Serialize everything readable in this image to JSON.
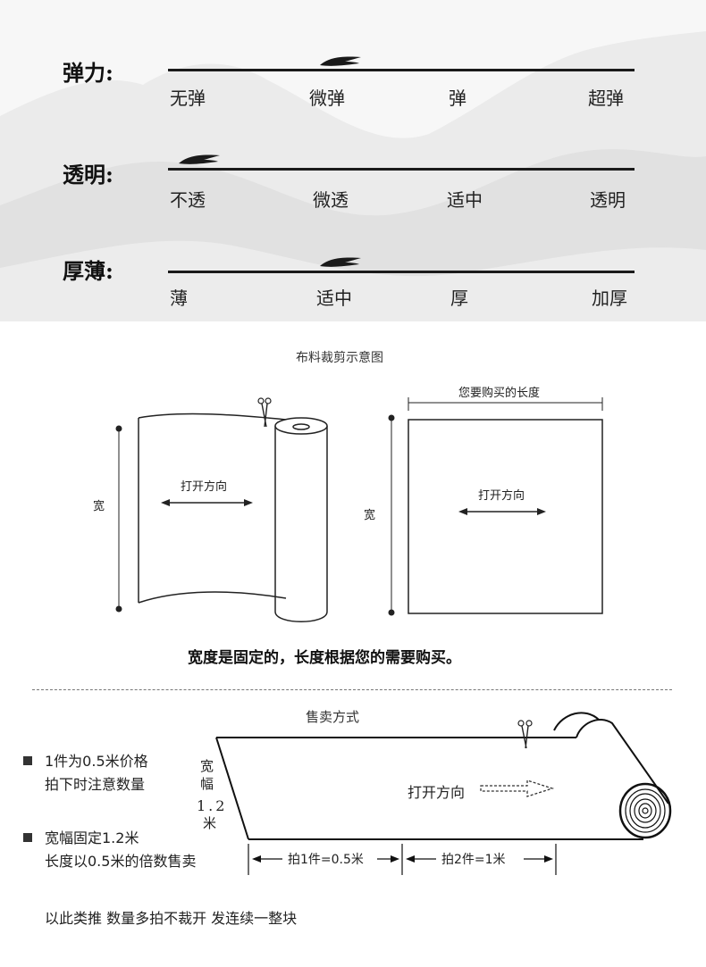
{
  "properties": [
    {
      "label": "弹力:",
      "options": [
        "无弹",
        "微弹",
        "弹",
        "超弹"
      ],
      "selected": "微弹"
    },
    {
      "label": "透明:",
      "options": [
        "不透",
        "微透",
        "适中",
        "透明"
      ],
      "selected": "不透"
    },
    {
      "label": "厚薄:",
      "options": [
        "薄",
        "适中",
        "厚",
        "加厚"
      ],
      "selected": "适中"
    }
  ],
  "cutting_diagram": {
    "title": "布料裁剪示意图",
    "width_label": "宽",
    "open_direction": "打开方向",
    "purchase_length": "您要购买的长度",
    "caption": "宽度是固定的，长度根据您的需要购买。"
  },
  "sales": {
    "title": "售卖方式",
    "width_label": "宽幅",
    "width_value": "1.2",
    "width_unit": "米",
    "open_direction": "打开方向",
    "segment_1": "拍1件=0.5米",
    "segment_2": "拍2件=1米",
    "bullet_1_line_1": "1件为0.5米价格",
    "bullet_1_line_2": "拍下时注意数量",
    "bullet_2_line_1": "宽幅固定1.2米",
    "bullet_2_line_2": "长度以0.5米的倍数售卖",
    "footer": "以此类推 数量多拍不裁开 发连续一整块"
  }
}
